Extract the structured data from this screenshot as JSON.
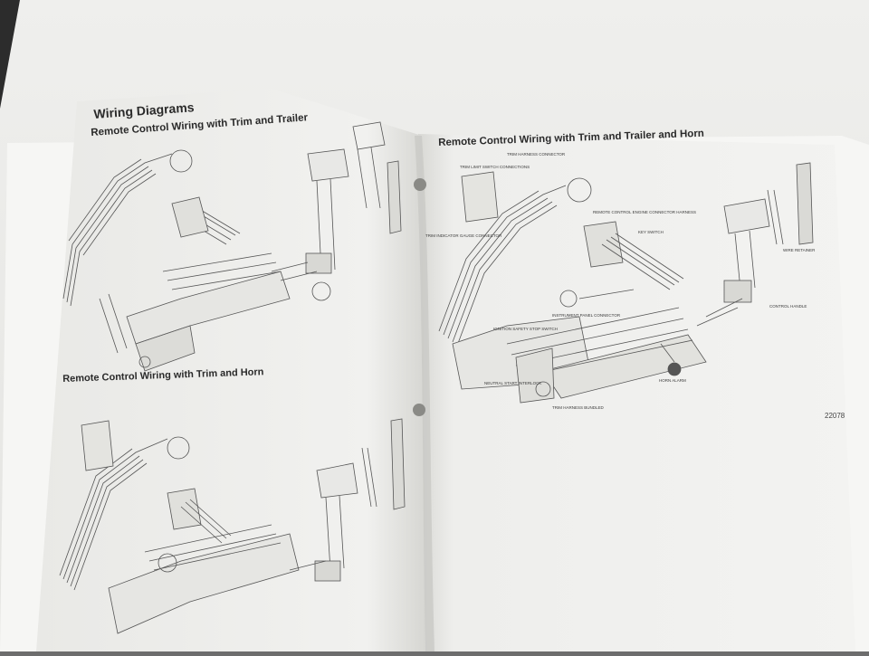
{
  "left_page": {
    "section_title": "Wiring Diagrams",
    "diagram_1_title": "Remote Control Wiring with Trim and Trailer",
    "diagram_2_title": "Remote Control Wiring with Trim and Horn"
  },
  "right_page": {
    "diagram_title": "Remote Control Wiring with Trim and Trailer and Horn",
    "figure_number": "22078",
    "callouts": {
      "trim_harness_connector": "TRIM HARNESS CONNECTOR",
      "remote_control_harness": "REMOTE CONTROL ENGINE CONNECTOR HARNESS",
      "trim_limit_switch": "TRIM LIMIT SWITCH CONNECTIONS",
      "trim_indicator": "TRIM INDICATOR GAUGE CONNECTOR",
      "key_switch": "KEY SWITCH",
      "instrument_panel": "INSTRUMENT PANEL CONNECTOR",
      "ignition_safety": "IGNITION SAFETY STOP SWITCH",
      "neutral_start": "NEUTRAL START INTERLOCK",
      "trim_harness_bundled": "TRIM HARNESS BUNDLED",
      "horn_alarm": "HORN ALARM",
      "control_handle": "CONTROL HANDLE",
      "wire_retainer": "WIRE RETAINER"
    }
  },
  "colors": {
    "paper": "#f2f2f0",
    "paper_shade": "#dcdcd8",
    "background": "#6d6d6d",
    "ink": "#3a3a3a"
  }
}
